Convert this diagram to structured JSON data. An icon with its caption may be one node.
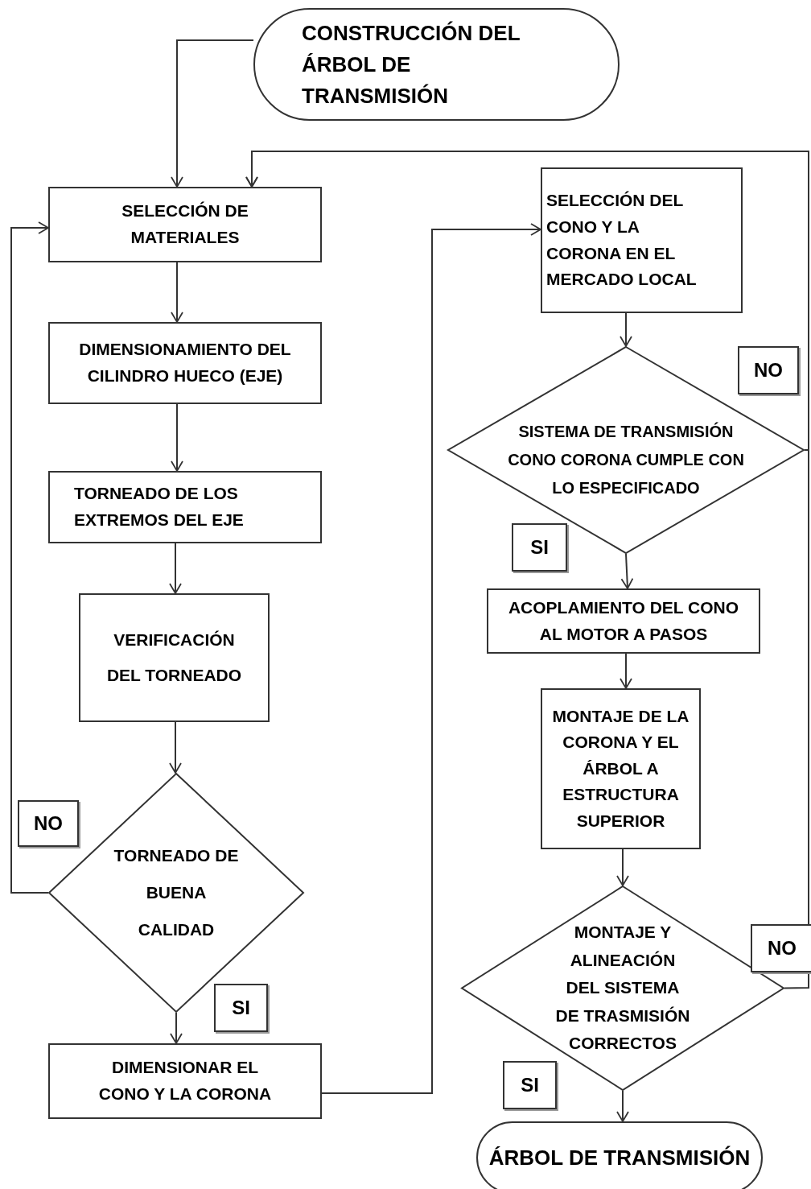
{
  "diagram": {
    "nodes": [
      {
        "text": [
          "CONSTRUCCIÓN DEL ÁRBOL DE TRANSMISIÓN"
        ]
      },
      {
        "text": [
          "SELECCIÓN DE MATERIALES"
        ]
      },
      {
        "text": [
          "DIMENSIONAMIENTO DEL CILINDRO HUECO (EJE)"
        ]
      },
      {
        "text": [
          "TORNEADO DE LOS EXTREMOS DEL EJE"
        ]
      },
      {
        "text": [
          "VERIFICACIÓN DEL TORNEADO"
        ]
      },
      {
        "text": [
          "TORNEADO DE BUENA CALIDAD"
        ]
      },
      {
        "text": [
          "DIMENSIONAR EL CONO Y LA CORONA"
        ]
      },
      {
        "text": [
          "SELECCIÓN DEL CONO Y LA CORONA EN EL MERCADO LOCAL"
        ]
      },
      {
        "text": [
          "SISTEMA DE TRANSMISIÓN CONO CORONA CUMPLE CON LO ESPECIFICADO"
        ]
      },
      {
        "text": [
          "ACOPLAMIENTO DEL CONO AL MOTOR A PASOS"
        ]
      },
      {
        "text": [
          "MONTAJE DE LA CORONA Y EL ÁRBOL A ESTRUCTURA SUPERIOR"
        ]
      },
      {
        "text": [
          "MONTAJE Y ALINEACIÓN DEL SISTEMA DE TRASMISIÓN CORRECTOS"
        ]
      },
      {
        "text": [
          "ÁRBOL DE TRANSMISIÓN"
        ]
      }
    ],
    "edges": [
      {
        "from": 0,
        "to": 1,
        "arrow": "to"
      },
      {
        "from": 8,
        "to": 1,
        "arrow": "to"
      },
      {
        "from": 11,
        "to": 1,
        "arrow": "to"
      },
      {
        "from": 1,
        "to": 2,
        "arrow": "to"
      },
      {
        "from": 2,
        "to": 3,
        "arrow": "to"
      },
      {
        "from": 3,
        "to": 4,
        "arrow": "to"
      },
      {
        "from": 4,
        "to": 5,
        "arrow": "to"
      },
      {
        "from": 5,
        "to": 6,
        "arrow": "to"
      },
      {
        "from": 5,
        "to": 1,
        "arrow": "to"
      },
      {
        "from": 6,
        "to": 7,
        "arrow": "to"
      },
      {
        "from": 7,
        "to": 8,
        "arrow": "to"
      },
      {
        "from": 8,
        "to": 9,
        "arrow": "to"
      },
      {
        "from": 9,
        "to": 10,
        "arrow": "to"
      },
      {
        "from": 10,
        "to": 11,
        "arrow": "to"
      },
      {
        "from": 11,
        "to": 12,
        "arrow": "to"
      }
    ],
    "labels": [
      "NO",
      "SI",
      "NO",
      "SI",
      "NO",
      "SI"
    ]
  }
}
